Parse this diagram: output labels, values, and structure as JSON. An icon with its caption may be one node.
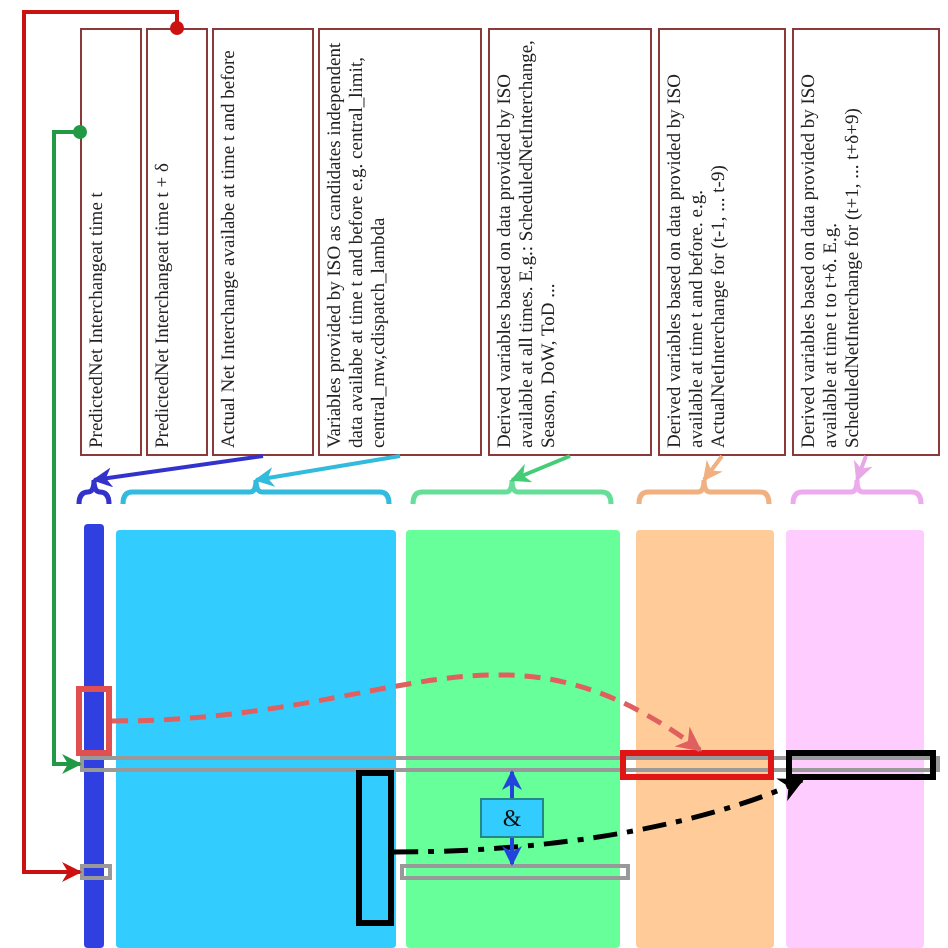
{
  "diagram": {
    "nodes": [
      {
        "text": [
          "PredictedNet Interchangeat time t"
        ]
      },
      {
        "text": [
          "PredictedNet Interchangeat time t + δ"
        ]
      },
      {
        "text": [
          "Actual Net Interchange availabe at time t and before"
        ]
      },
      {
        "text": [
          "Variables provided by ISO as candidates independent data availabe at time t and before e.g. central_limit, central_mw,cdispatch_lambda"
        ]
      },
      {
        "text": [
          "Derived variables based on data provided by ISO available at all times. E.g.: ScheduledNetInterchange, Season, DoW, ToD ..."
        ]
      },
      {
        "text": [
          "Derived variables based on data provided by ISO available at time t and before. e.g. ActualNetInterchange for (t-1, ... t-9)"
        ]
      },
      {
        "text": [
          "Derived variables based on data provided by ISO available at time t to t+δ. E.g. ScheduledNetInterchange for (t+1, ... t+δ+9)"
        ]
      },
      {
        "text": [],
        "shape": "brace"
      },
      {
        "text": [],
        "shape": "brace"
      },
      {
        "text": [],
        "shape": "brace"
      },
      {
        "text": [],
        "shape": "brace"
      },
      {
        "text": [],
        "shape": "brace"
      },
      {
        "text": [],
        "shape": "bar"
      },
      {
        "text": [],
        "shape": "bar"
      },
      {
        "text": [],
        "shape": "bar"
      },
      {
        "text": [],
        "shape": "box"
      },
      {
        "text": [],
        "shape": "box"
      },
      {
        "text": [],
        "shape": "box"
      },
      {
        "text": [],
        "shape": "box"
      },
      {
        "text": [
          "&"
        ]
      }
    ],
    "edges": [
      {
        "from": 2,
        "to": 7,
        "arrow": "to",
        "color": "#3333cc"
      },
      {
        "from": 3,
        "to": 8,
        "arrow": "to",
        "color": "#33bbdd"
      },
      {
        "from": 4,
        "to": 9,
        "arrow": "to",
        "color": "#44cc77"
      },
      {
        "from": 5,
        "to": 10,
        "arrow": "to",
        "color": "#f0b080"
      },
      {
        "from": 6,
        "to": 11,
        "arrow": "to",
        "color": "#e8a8e8"
      },
      {
        "from": 0,
        "to": 12,
        "arrow": "to",
        "color": "#229944"
      },
      {
        "from": 1,
        "to": 13,
        "arrow": "to",
        "color": "#cc1111"
      },
      {
        "from": 15,
        "to": 16,
        "arrow": "to",
        "style": "dashed",
        "color": "#e06060"
      },
      {
        "from": 17,
        "to": 18,
        "arrow": "to",
        "style": "dashed",
        "color": "#000000"
      },
      {
        "from": 19,
        "to": 12,
        "arrow": "to",
        "color": "#2244dd"
      },
      {
        "from": 19,
        "to": 14,
        "arrow": "to",
        "color": "#2244dd"
      }
    ]
  }
}
